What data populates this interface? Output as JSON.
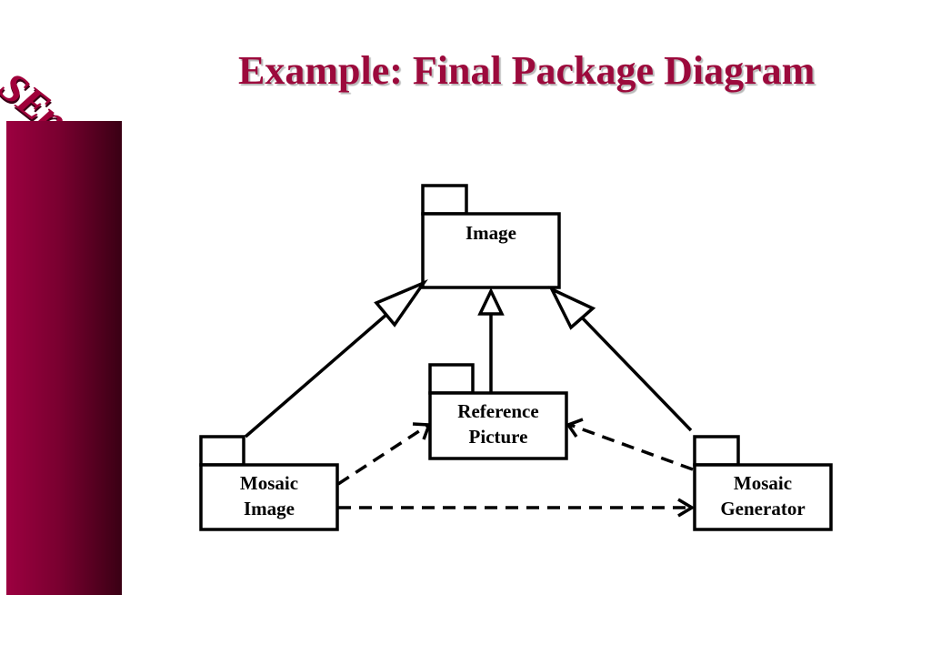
{
  "title": "Example: Final Package Diagram",
  "logo": {
    "text": "SEng"
  },
  "packages": {
    "image": {
      "label": "Image"
    },
    "reference_picture": {
      "line1": "Reference",
      "line2": "Picture"
    },
    "mosaic_image": {
      "line1": "Mosaic",
      "line2": "Image"
    },
    "mosaic_generator": {
      "line1": "Mosaic",
      "line2": "Generator"
    }
  },
  "relationships": [
    {
      "from": "Mosaic Image",
      "to": "Image",
      "kind": "generalization"
    },
    {
      "from": "Reference Picture",
      "to": "Image",
      "kind": "generalization"
    },
    {
      "from": "Mosaic Generator",
      "to": "Image",
      "kind": "generalization"
    },
    {
      "from": "Mosaic Image",
      "to": "Reference Picture",
      "kind": "dependency"
    },
    {
      "from": "Mosaic Image",
      "to": "Mosaic Generator",
      "kind": "dependency"
    },
    {
      "from": "Mosaic Generator",
      "to": "Reference Picture",
      "kind": "dependency"
    }
  ],
  "colors": {
    "title": "#9c0a3c",
    "sidebar_start": "#9c0040",
    "sidebar_end": "#3a0014",
    "logo": "#a0003a"
  }
}
